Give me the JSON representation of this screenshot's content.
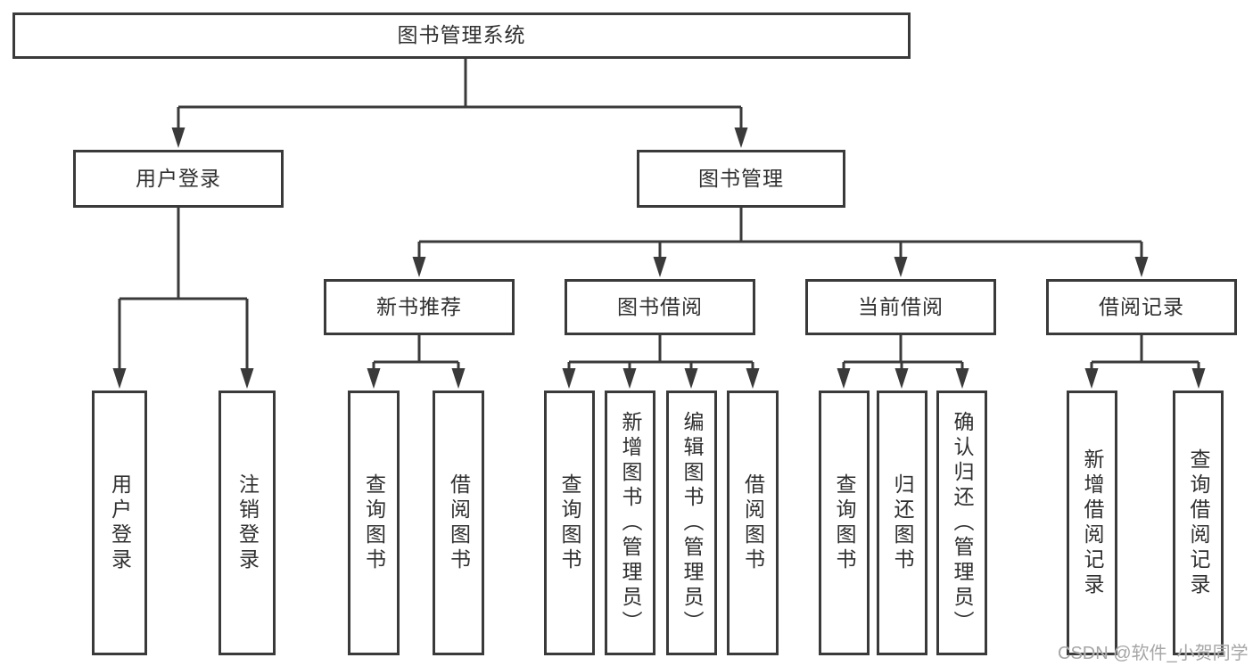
{
  "diagram": {
    "type": "hierarchy",
    "nodes": [
      {
        "id": "root",
        "label": "图书管理系统",
        "parent": null
      },
      {
        "id": "user-login-group",
        "label": "用户登录",
        "parent": "root"
      },
      {
        "id": "book-management",
        "label": "图书管理",
        "parent": "root"
      },
      {
        "id": "user-login",
        "label": "用户登录",
        "parent": "user-login-group"
      },
      {
        "id": "logout",
        "label": "注销登录",
        "parent": "user-login-group"
      },
      {
        "id": "new-book-recommend",
        "label": "新书推荐",
        "parent": "book-management"
      },
      {
        "id": "book-borrowing",
        "label": "图书借阅",
        "parent": "book-management"
      },
      {
        "id": "current-borrowing",
        "label": "当前借阅",
        "parent": "book-management"
      },
      {
        "id": "borrowing-records",
        "label": "借阅记录",
        "parent": "book-management"
      },
      {
        "id": "query-books-recommend",
        "label": "查询图书",
        "parent": "new-book-recommend"
      },
      {
        "id": "borrow-books-recommend",
        "label": "借阅图书",
        "parent": "new-book-recommend"
      },
      {
        "id": "query-books-borrow",
        "label": "查询图书",
        "parent": "book-borrowing"
      },
      {
        "id": "add-books-admin",
        "label": "新增图书（管理员）",
        "parent": "book-borrowing"
      },
      {
        "id": "edit-books-admin",
        "label": "编辑图书（管理员）",
        "parent": "book-borrowing"
      },
      {
        "id": "borrow-books",
        "label": "借阅图书",
        "parent": "book-borrowing"
      },
      {
        "id": "query-books-current",
        "label": "查询图书",
        "parent": "current-borrowing"
      },
      {
        "id": "return-books",
        "label": "归还图书",
        "parent": "current-borrowing"
      },
      {
        "id": "confirm-return-admin",
        "label": "确认归还（管理员）",
        "parent": "current-borrowing"
      },
      {
        "id": "add-borrow-record",
        "label": "新增借阅记录",
        "parent": "borrowing-records"
      },
      {
        "id": "query-borrow-record",
        "label": "查询借阅记录",
        "parent": "borrowing-records"
      }
    ]
  },
  "watermark": {
    "text": "CSDN @软件_小贺同学"
  },
  "colors": {
    "line": "#3a3a3a",
    "text": "#303030",
    "watermark": "#a6a6a6",
    "background": "#ffffff"
  }
}
